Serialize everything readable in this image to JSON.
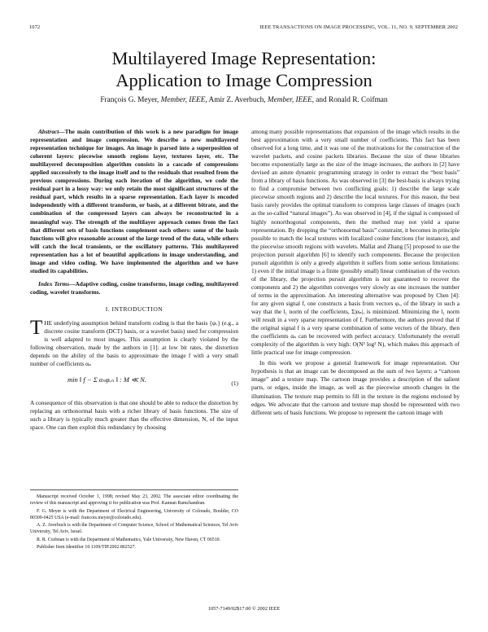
{
  "header": {
    "page_number": "1072",
    "journal": "IEEE TRANSACTIONS ON IMAGE PROCESSING, VOL. 11, NO. 9, SEPTEMBER 2002"
  },
  "title": {
    "line1": "Multilayered Image Representation:",
    "line2": "Application to Image Compression"
  },
  "authors": {
    "a1": "François G. Meyer, ",
    "a1_role": "Member, IEEE",
    "a2": ", Amir Z. Averbuch, ",
    "a2_role": "Member, IEEE",
    "a3": ", and Ronald R. Coifman"
  },
  "abstract": {
    "label": "Abstract—",
    "text": "The main contribution of this work is a new paradigm for image representation and image compression. We describe a new multilayered representation technique for images. An image is parsed into a superposition of coherent layers: piecewise smooth regions layer, textures layer, etc. The multilayered decomposition algorithm consists in a cascade of compressions applied successively to the image itself and to the residuals that resulted from the previous compressions. During each iteration of the algorithm, we code the residual part in a lossy way: we only retain the most significant structures of the residual part, which results in a sparse representation. Each layer is encoded independently with a different transform, or basis, at a different bitrate, and the combination of the compressed layers can always be reconstructed in a meaningful way. The strength of the multilayer approach comes from the fact that different sets of basis functions complement each others: some of the basis functions will give reasonable account of the large trend of the data, while others will catch the local transients, or the oscillatory patterns. This multilayered representation has a lot of beautiful applications in image understanding, and image and video coding. We have implemented the algorithm and we have studied its capabilities."
  },
  "index_terms": {
    "label": "Index Terms—",
    "text": "Adaptive coding, cosine transforms, image coding, multilayered coding, wavelet transforms."
  },
  "section1": {
    "heading": "I. INTRODUCTION",
    "dropcap": "T",
    "p1": "HE underlying assumption behind transform coding is that the basis {φᵥ} (e.g., a discrete cosine transform (DCT) basis, or a wavelet basis) used for compression is well adapted to most images. This assumption is clearly violated by the following observation, made by the authors in [1]: at low bit rates, the distortion depends on the ability of the basis to approximate the image f with a very small number of coefficients αₙ",
    "equation": "min ‖ f − Σ αₙφᵥₙ ‖ :    M ≪ N.",
    "equation_number": "(1)",
    "p2": "A consequence of this observation is that one should be able to reduce the distortion by replacing an orthonormal basis with a richer library of basis functions. The size of such a library is typically much greater than the effective dimension, N, of the input space. One can then exploit this redundancy by choosing"
  },
  "right_col": {
    "p1": "among many possible representations that expansion of the image which results in the best approximation with a very small number of coefficients. This fact has been observed for a long time, and it was one of the motivations for the construction of the wavelet packets, and cosine packets libraries. Because the size of these libraries become exponentially large as the size of the image increases, the authors in [2] have devised an astute dynamic programming strategy in order to extract the “best basis” from a library of basis functions. As was observed in [3] the best-basis is always trying to find a compromise between two conflicting goals: 1) describe the large scale piecewise smooth regions and 2) describe the local textures. For this reason, the best basis rarely provides the optimal transform to compress large classes of images (such as the so-called “natural images”). As was observed in [4], if the signal is composed of highly nonorthogonal components, then the method may not yield a sparse representation. By dropping the “orthonormal basis” constraint, it becomes in principle possible to match the local textures with localized cosine functions (for instance), and the piecewise smooth regions with wavelets. Mallat and Zhang [5] proposed to use the projection pursuit algorithm [6] to identify such components. Because the projection pursuit algorithm is only a greedy algorithm it suffers from some serious limitations: 1) even if the initial image is a finite (possibly small) linear combination of the vectors of the library, the projection pursuit algorithm is not guaranteed to recover the components and 2) the algorithm converges very slowly as one increases the number of terms in the approximation. An interesting alternative was proposed by Chen [4]: for any given signal f, one constructs a basis from vectors φᵥ, of the library in such a way that the l₁ norm of the coefficients, Σ|αₙ|, is minimized. Minimizing the l₁ norm will result in a very sparse representation of f. Furthermore, the authors proved that if the original signal f is a very sparse combination of some vectors of the library, then the coefficients αₙ can be recovered with perfect accuracy. Unfortunately the overall complexity of the algorithm is very high: O(N³ log² N), which makes this approach of little practical use for image compression.",
    "p2": "In this work we propose a general framework for image representation. Our hypothesis is that an image can be decomposed as the sum of two layers: a “cartoon image” and a texture map. The cartoon image provides a description of the salient parts, or edges, inside the image, as well as the piecewise smooth changes in the illumination. The texture map permits to fill in the texture in the regions enclosed by edges. We advocate that the cartoon and texture map should be represented with two different sets of basis functions. We propose to represent the cartoon image with"
  },
  "footnotes": {
    "f1": "Manuscript received October 1, 1998; revised May 23, 2002. The associate editor coordinating the review of this manuscript and approving it for publication was Prof. Kannan Ramchandran.",
    "f2": "F. G. Meyer is with the Department of Electrical Engineering, University of Colorado, Boulder, CO 80309-0425 USA (e-mail: francois.meyer@colorado.edu).",
    "f3": "A. Z. Averbuch is with the Department of Computer Science, School of Mathematical Sciences, Tel Aviv University, Tel Aviv, Israel.",
    "f4": "R. R. Coifman is with the Department of Mathematics, Yale University, New Haven, CT 06510.",
    "f5": "Publisher Item Identifier 10.1109/TIP.2002.802527."
  },
  "bottom": {
    "id": "1057-7149/02$17.00 © 2002 IEEE"
  }
}
